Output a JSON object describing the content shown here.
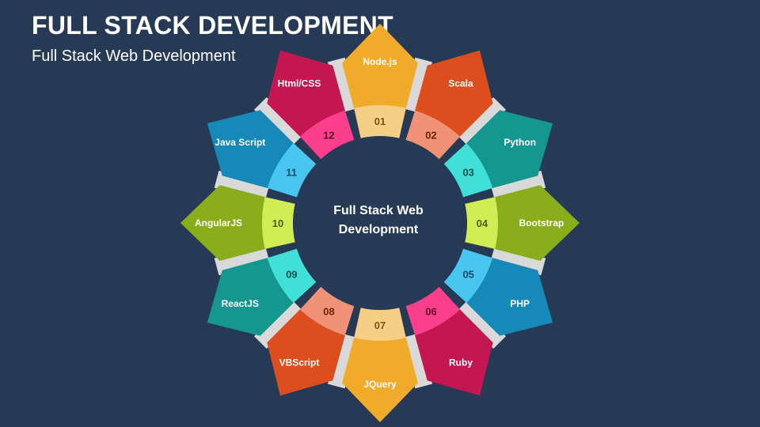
{
  "header": {
    "title": "FULL STACK DEVELOPMENT",
    "subtitle": "Full Stack Web Development"
  },
  "center": {
    "line1": "Full Stack Web",
    "line2": "Development"
  },
  "items": [
    {
      "number": "01",
      "label": "Node.js",
      "color": "#f0ab2a",
      "accent": "#f6cf86",
      "num_color": "#7a5410"
    },
    {
      "number": "02",
      "label": "Scala",
      "color": "#dc4e1d",
      "accent": "#ef9277",
      "num_color": "#6e2308"
    },
    {
      "number": "03",
      "label": "Python",
      "color": "#15968f",
      "accent": "#40dfd8",
      "num_color": "#0b4f4c"
    },
    {
      "number": "04",
      "label": "Bootstrap",
      "color": "#89ad1b",
      "accent": "#d1ed56",
      "num_color": "#4b5e0a"
    },
    {
      "number": "05",
      "label": "PHP",
      "color": "#1689b8",
      "accent": "#48c6ef",
      "num_color": "#0a4866"
    },
    {
      "number": "06",
      "label": "Ruby",
      "color": "#c41650",
      "accent": "#fb3f8c",
      "num_color": "#5d0a28"
    },
    {
      "number": "07",
      "label": "JQuery",
      "color": "#f0ab2a",
      "accent": "#f6cf86",
      "num_color": "#7a5410"
    },
    {
      "number": "08",
      "label": "VBScript",
      "color": "#dc4e1d",
      "accent": "#ef9277",
      "num_color": "#6e2308"
    },
    {
      "number": "09",
      "label": "ReactJS",
      "color": "#15968f",
      "accent": "#40dfd8",
      "num_color": "#0b4f4c"
    },
    {
      "number": "10",
      "label": "AngularJS",
      "color": "#89ad1b",
      "accent": "#d1ed56",
      "num_color": "#4b5e0a"
    },
    {
      "number": "11",
      "label": "Java Script",
      "color": "#1689b8",
      "accent": "#48c6ef",
      "num_color": "#0a4866"
    },
    {
      "number": "12",
      "label": "Html/CSS",
      "color": "#c41650",
      "accent": "#fb3f8c",
      "num_color": "#5d0a28"
    }
  ],
  "colors": {
    "background": "#263a56",
    "connector": "#d9d9d9",
    "text": "#ffffff"
  }
}
